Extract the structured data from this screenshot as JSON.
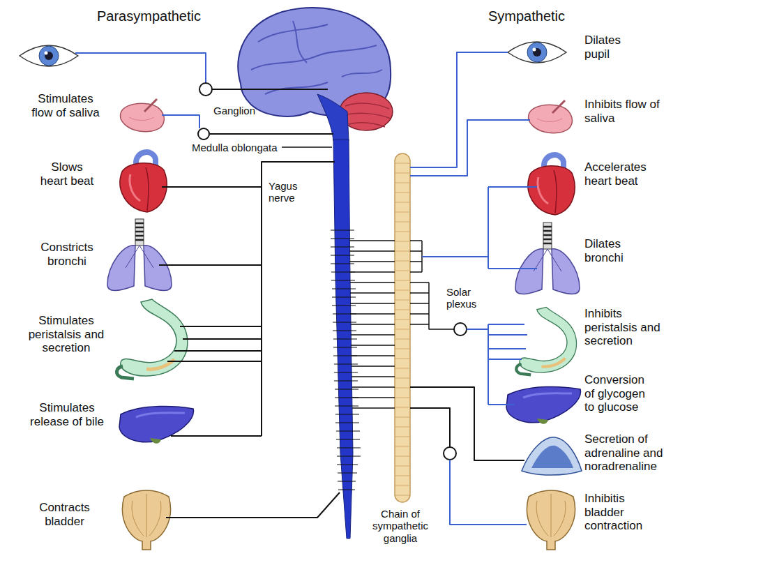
{
  "diagram": {
    "labels": [
      "Parasympathetic",
      "Sympathetic",
      "Dilates pupil",
      "Stimulates flow of saliva",
      "Ganglion",
      "Inhibits flow of saliva",
      "Medulla oblongata",
      "Slows heart beat",
      "Accelerates heart beat",
      "Yagus nerve",
      "Constricts bronchi",
      "Dilates bronchi",
      "Solar plexus",
      "Stimulates peristalsis and secretion",
      "Inhibits peristalsis and secretion",
      "Conversion of glycogen to glucose",
      "Stimulates release of bile",
      "Secretion of adrenaline and noradrenaline",
      "Contracts bladder",
      "Chain of sympathetic ganglia",
      "Inhibitis bladder contraction"
    ]
  }
}
